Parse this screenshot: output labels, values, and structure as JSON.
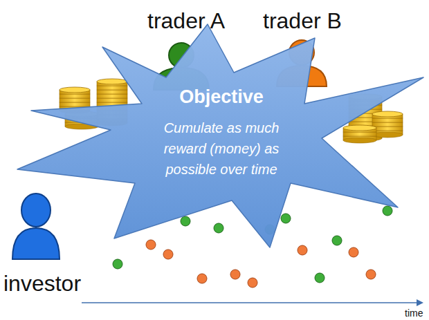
{
  "diagram": {
    "nodes": [
      {
        "text": [
          "Objective",
          "Cumulate as much reward (money) as possible over time"
        ]
      }
    ],
    "labels": [
      "trader A",
      "trader B",
      "investor",
      "time"
    ]
  }
}
